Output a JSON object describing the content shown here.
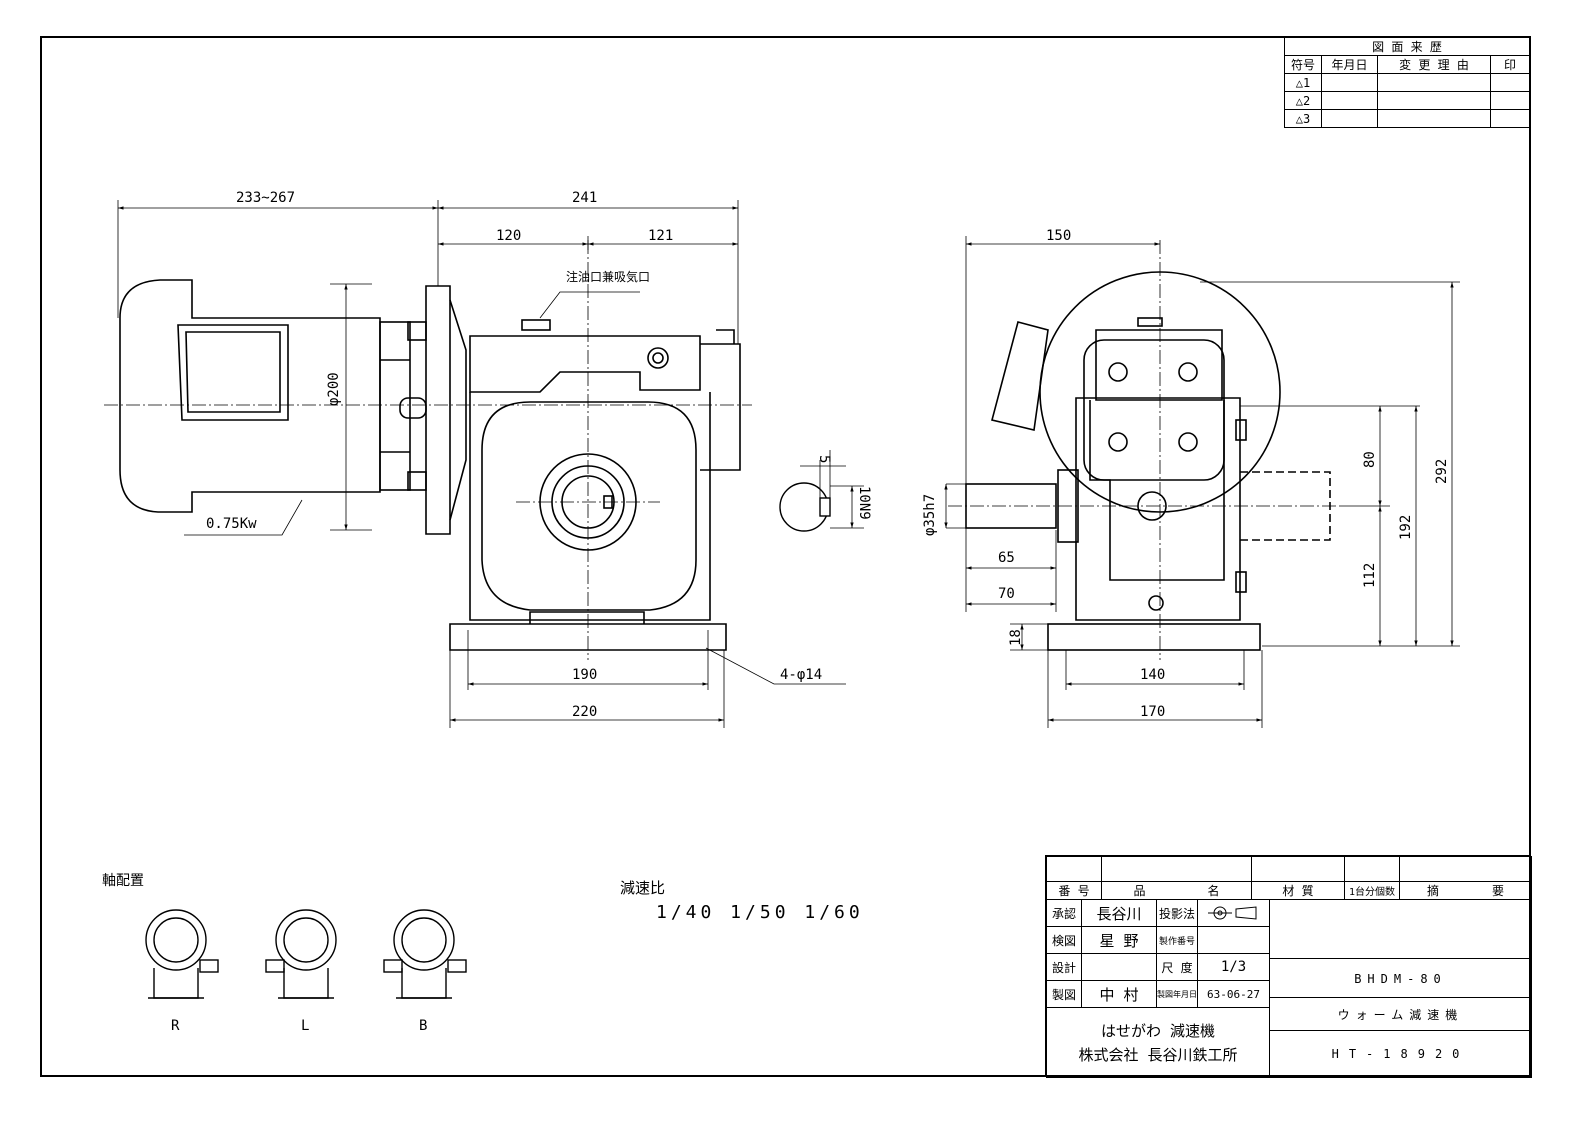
{
  "revision": {
    "title": "図 面 来 歴",
    "headers": [
      "符号",
      "年月日",
      "変 更 理 由",
      "印"
    ],
    "marks": [
      "△1",
      "△2",
      "△3"
    ]
  },
  "dimensions": {
    "motor_length": "233~267",
    "reducer_length": "241",
    "left_half": "120",
    "right_half": "121",
    "motor_dia": "φ200",
    "motor_power": "0.75Kw",
    "oil_port": "注油口兼吸気口",
    "base_inner": "190",
    "base_outer": "220",
    "holes": "4-φ14",
    "key_width": "5",
    "key_fit": "10N9",
    "side_150": "150",
    "shaft_dia": "φ35h7",
    "shaft_65": "65",
    "shaft_70": "70",
    "base_thk": "18",
    "side_140": "140",
    "side_170": "170",
    "h_80": "80",
    "h_112": "112",
    "h_192": "192",
    "h_292": "292"
  },
  "shaft_arrangement": {
    "title": "軸配置",
    "labels": [
      "R",
      "L",
      "B"
    ]
  },
  "reduction": {
    "title": "減速比",
    "ratios": "1/40  1/50  1/60"
  },
  "title_block": {
    "headers": [
      "番 号",
      "品",
      "名",
      "材  質",
      "1台分個数",
      "摘",
      "要"
    ],
    "approve_label": "承認",
    "approve_name": "長谷川",
    "projection_label": "投影法",
    "check_label": "検図",
    "check_name": "星 野",
    "serial_label": "製作番号",
    "design_label": "設計",
    "scale_label": "尺 度",
    "scale_value": "1/3",
    "draw_label": "製図",
    "draw_name": "中 村",
    "date_label": "製図年月日",
    "date_value": "63-06-27",
    "model": "BHDM-80",
    "product": "ウォーム減速機",
    "brand": "はせがわ 減速機",
    "company": "株式会社 長谷川鉄工所",
    "drawing_number": "HT-18920"
  }
}
